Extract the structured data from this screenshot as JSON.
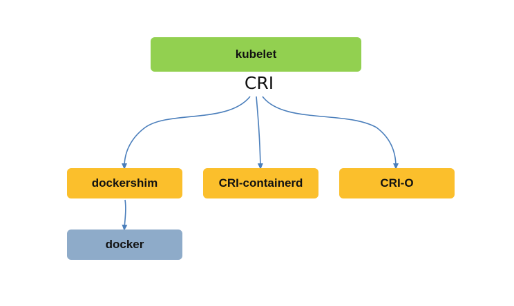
{
  "nodes": {
    "kubelet": "kubelet",
    "dockershim": "dockershim",
    "cri_containerd": "CRI-containerd",
    "cri_o": "CRI-O",
    "docker": "docker"
  },
  "interface_label": "CRI",
  "edges": [
    {
      "from": "kubelet",
      "to": "dockershim"
    },
    {
      "from": "kubelet",
      "to": "CRI-containerd"
    },
    {
      "from": "kubelet",
      "to": "CRI-O"
    },
    {
      "from": "dockershim",
      "to": "docker"
    }
  ],
  "colors": {
    "kubelet": "#92d050",
    "runtime_shim": "#fbbf2c",
    "docker": "#8eabc9",
    "arrow": "#4a7ebb"
  }
}
